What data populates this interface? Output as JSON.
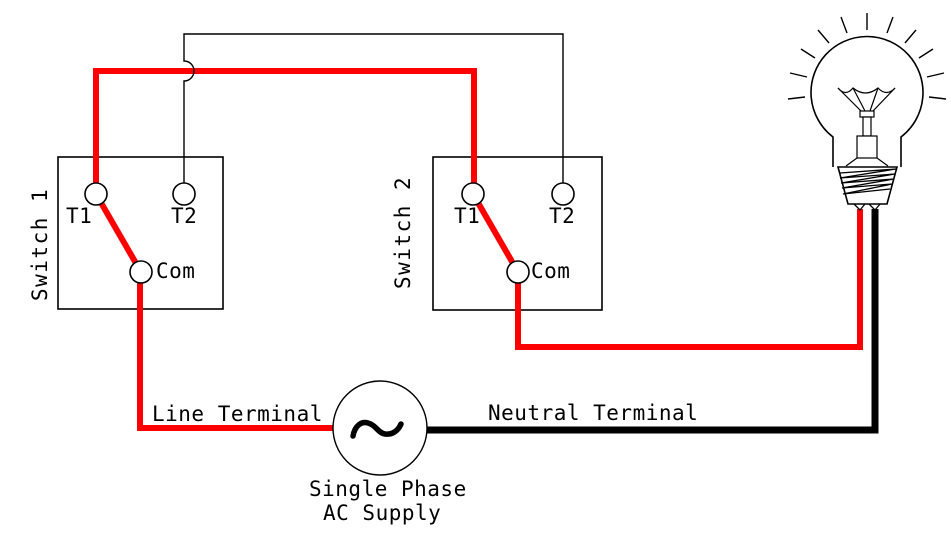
{
  "diagram": {
    "switches": [
      {
        "name": "Switch 1",
        "terminal1": "T1",
        "terminal2": "T2",
        "common": "Com"
      },
      {
        "name": "Switch 2",
        "terminal1": "T1",
        "terminal2": "T2",
        "common": "Com"
      }
    ],
    "supply": {
      "line_label": "Line Terminal",
      "neutral_label": "Neutral Terminal",
      "name_line1": "Single Phase",
      "name_line2": "AC Supply"
    },
    "icons": {
      "bulb": "light-bulb-icon",
      "source": "ac-sine-source-icon"
    },
    "colors": {
      "line_wire": "#ff0000",
      "neutral_wire": "#000000",
      "outline": "#000000",
      "background": "#ffffff"
    }
  }
}
